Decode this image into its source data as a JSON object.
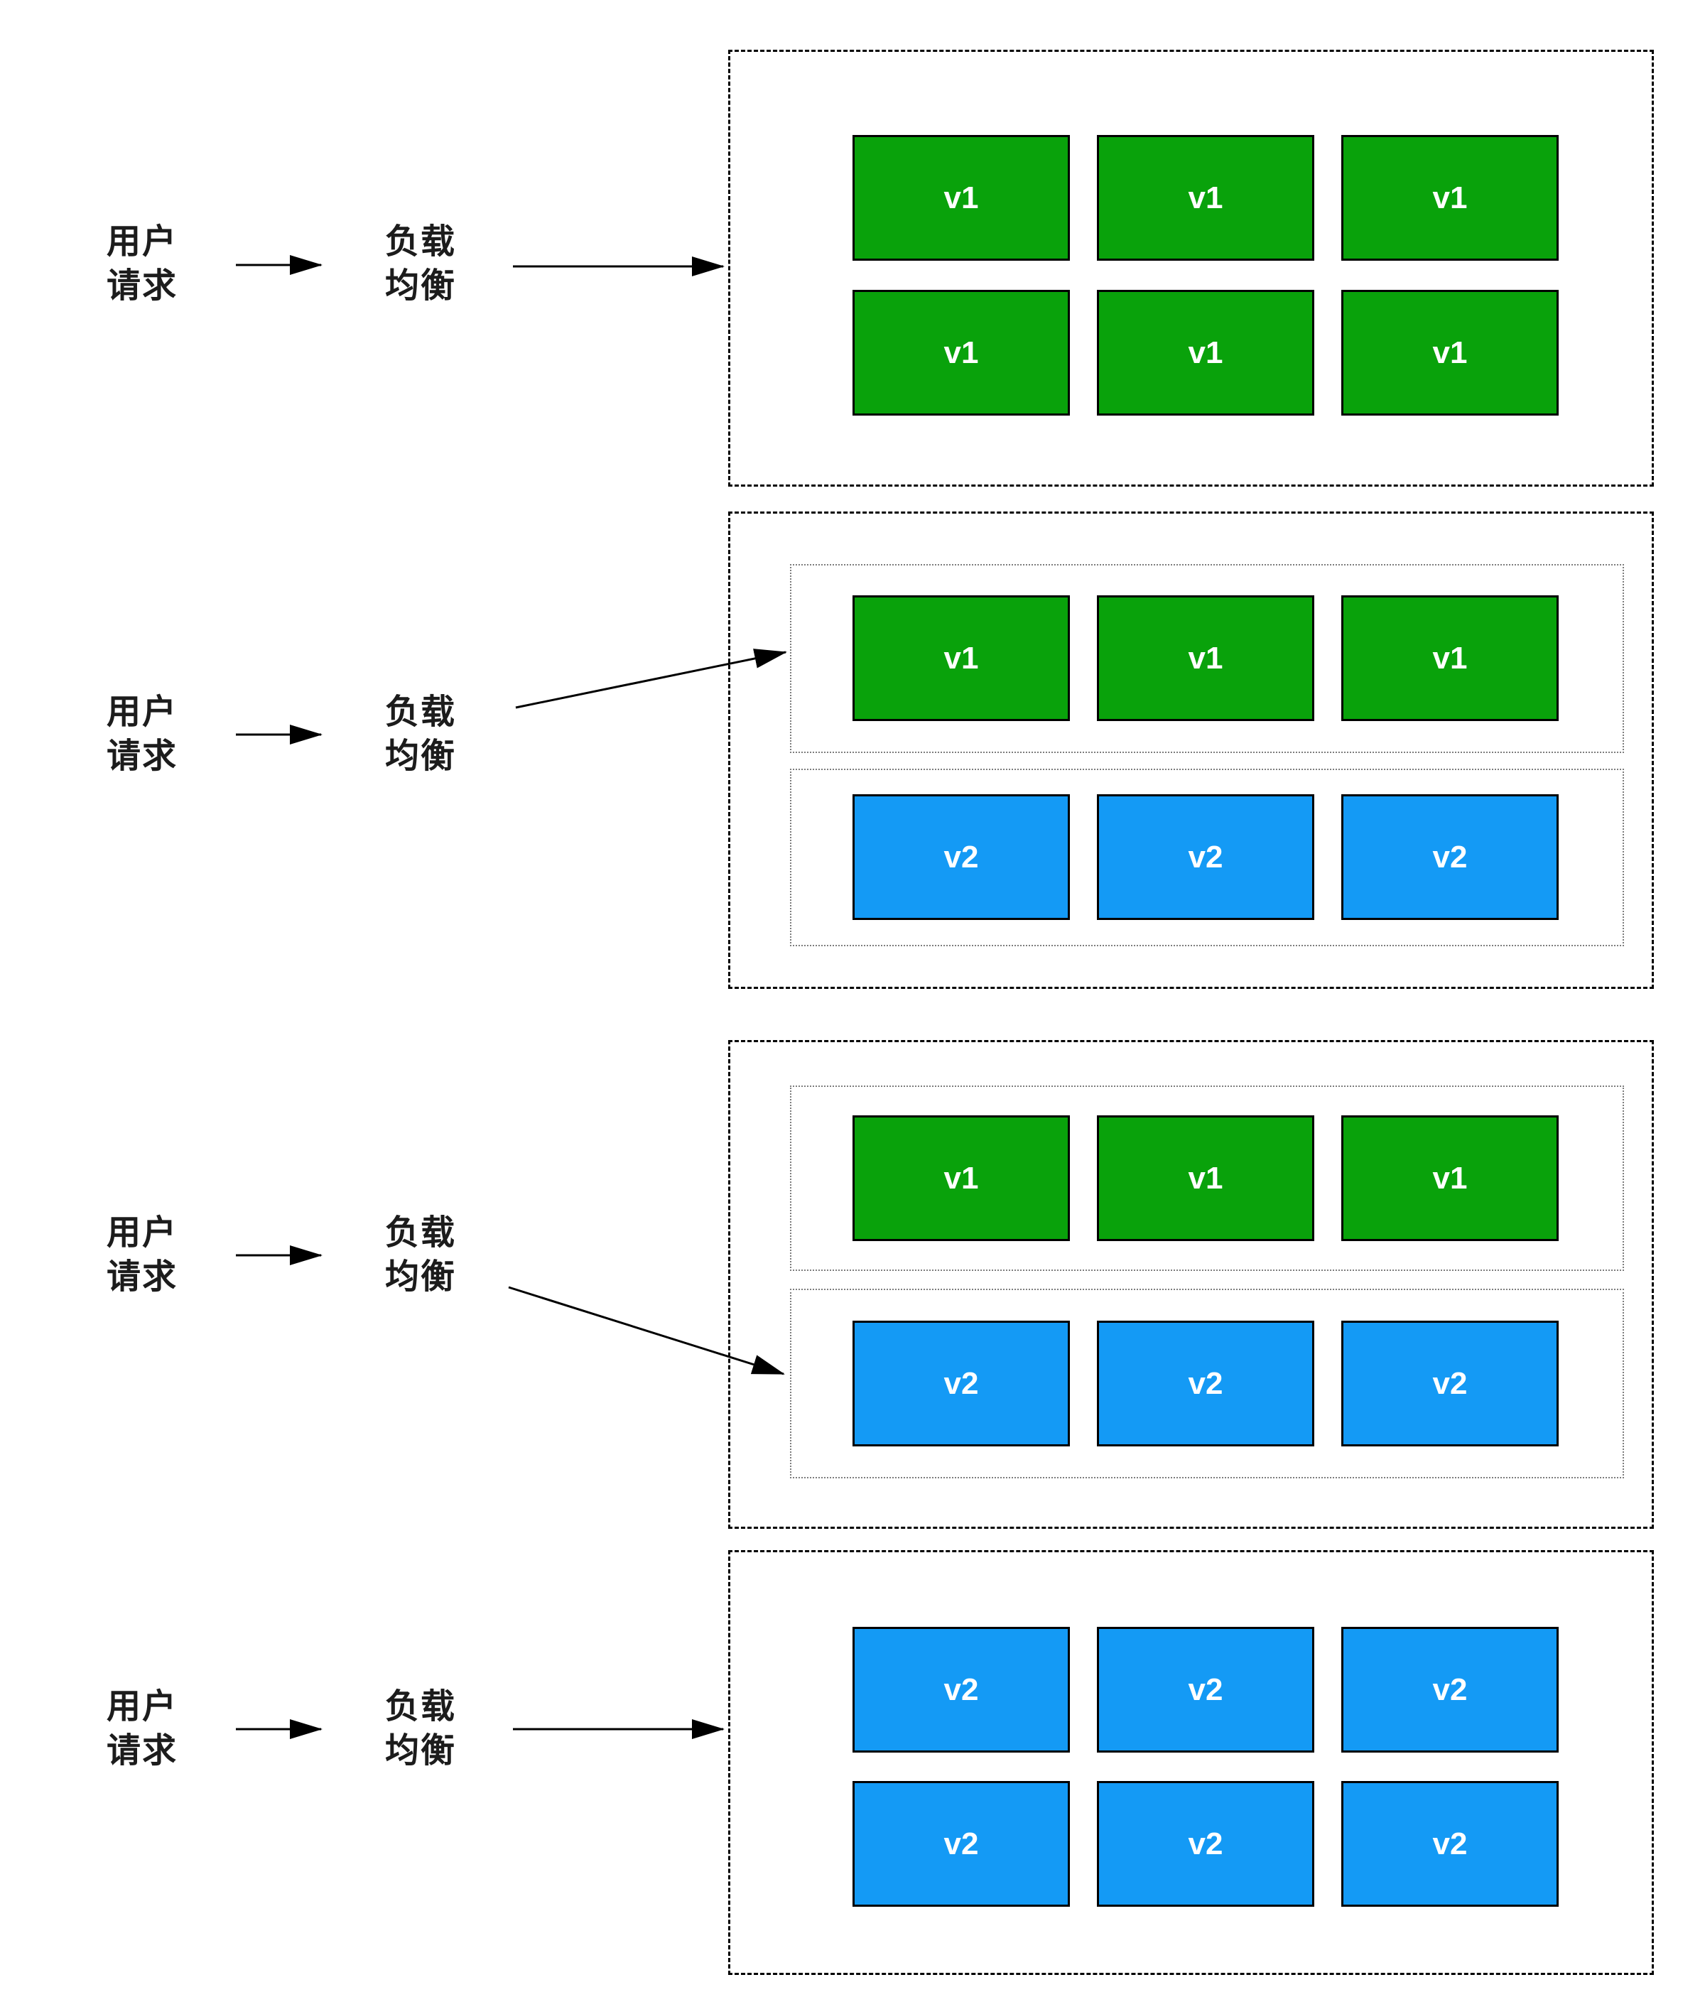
{
  "colors": {
    "background": "#ffffff",
    "text": "#1c1c1c",
    "arrow": "#000000",
    "cluster_border": "#000000",
    "group_border": "#7d7d7d",
    "pod_border": "#000000",
    "pod_text": "#ffffff",
    "v1_fill": "#09a20b",
    "v2_fill": "#149af5"
  },
  "rows": [
    {
      "user_label": {
        "line1": "用户",
        "line2": "请求"
      },
      "lb_label": {
        "line1": "负载",
        "line2": "均衡"
      },
      "cluster": {
        "pods": [
          "v1",
          "v1",
          "v1",
          "v1",
          "v1",
          "v1"
        ]
      }
    },
    {
      "user_label": {
        "line1": "用户",
        "line2": "请求"
      },
      "lb_label": {
        "line1": "负载",
        "line2": "均衡"
      },
      "cluster": {
        "groups": [
          {
            "pods": [
              "v1",
              "v1",
              "v1"
            ]
          },
          {
            "pods": [
              "v2",
              "v2",
              "v2"
            ]
          }
        ],
        "arrow_target": "v1-group"
      }
    },
    {
      "user_label": {
        "line1": "用户",
        "line2": "请求"
      },
      "lb_label": {
        "line1": "负载",
        "line2": "均衡"
      },
      "cluster": {
        "groups": [
          {
            "pods": [
              "v1",
              "v1",
              "v1"
            ]
          },
          {
            "pods": [
              "v2",
              "v2",
              "v2"
            ]
          }
        ],
        "arrow_target": "v2-group"
      }
    },
    {
      "user_label": {
        "line1": "用户",
        "line2": "请求"
      },
      "lb_label": {
        "line1": "负载",
        "line2": "均衡"
      },
      "cluster": {
        "pods": [
          "v2",
          "v2",
          "v2",
          "v2",
          "v2",
          "v2"
        ]
      }
    }
  ]
}
